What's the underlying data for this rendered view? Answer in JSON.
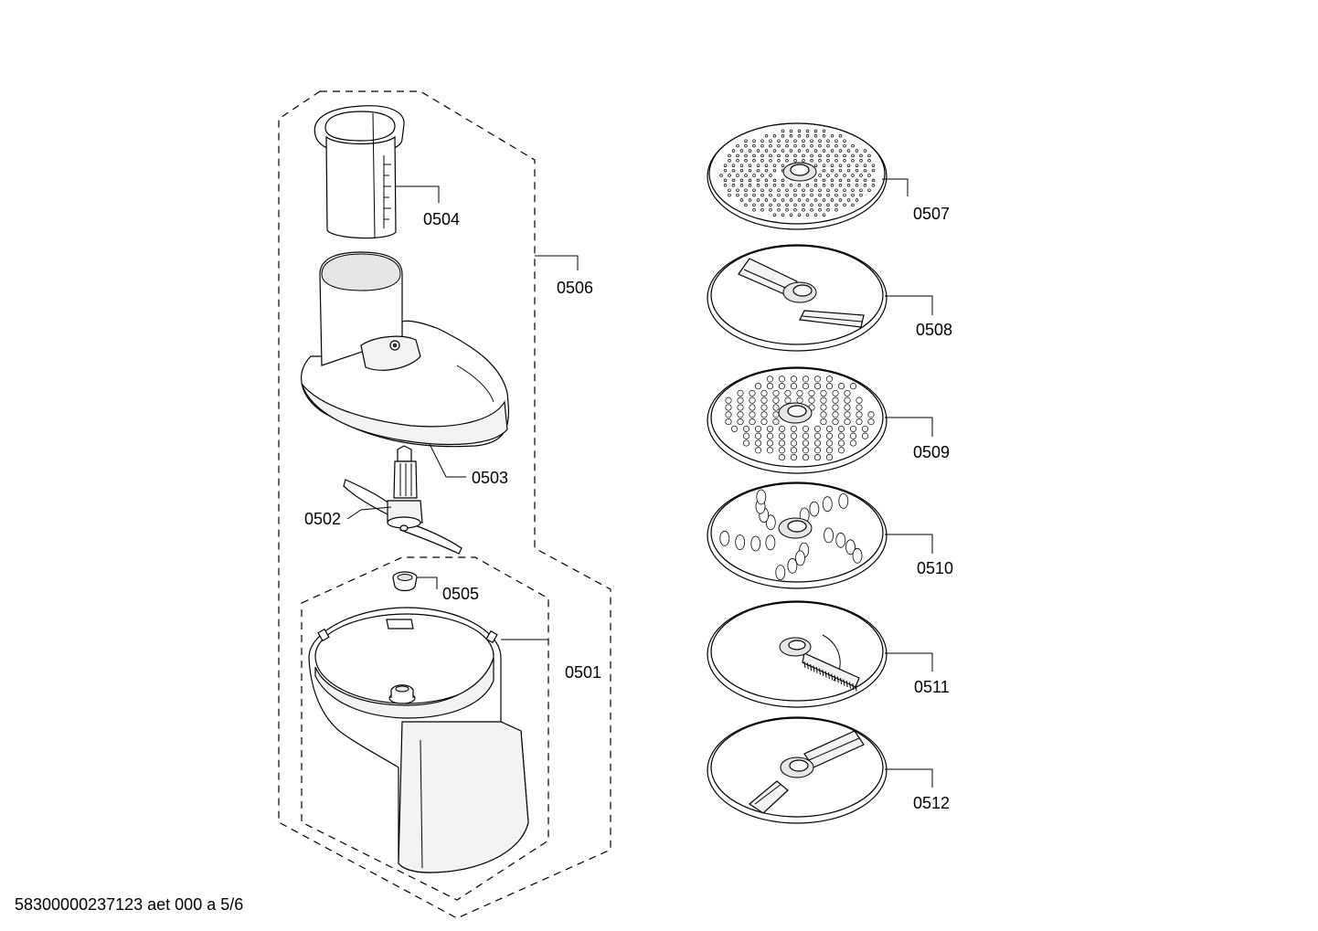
{
  "parts": {
    "p0501": "0501",
    "p0502": "0502",
    "p0503": "0503",
    "p0504": "0504",
    "p0505": "0505",
    "p0506": "0506",
    "p0507": "0507",
    "p0508": "0508",
    "p0509": "0509",
    "p0510": "0510",
    "p0511": "0511",
    "p0512": "0512"
  },
  "footer": "58300000237123 aet 000 a 5/6"
}
